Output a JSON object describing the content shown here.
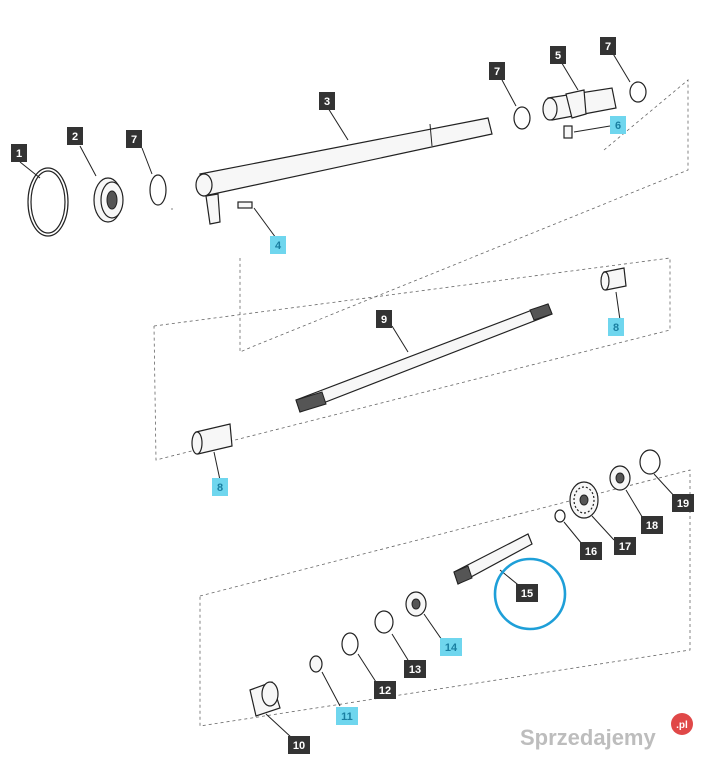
{
  "labels": {
    "l1": "1",
    "l2": "2",
    "l3": "3",
    "l4": "4",
    "l5": "5",
    "l6": "6",
    "l7a": "7",
    "l7b": "7",
    "l7c": "7",
    "l8a": "8",
    "l8b": "8",
    "l9": "9",
    "l10": "10",
    "l11": "11",
    "l12": "12",
    "l13": "13",
    "l14": "14",
    "l15": "15",
    "l16": "16",
    "l17": "17",
    "l18": "18",
    "l19": "19"
  },
  "highlight": {
    "part": "15",
    "color": "#1e9fd8"
  },
  "watermark": {
    "text": "Sprzedajemy",
    "badge": ".pl"
  }
}
